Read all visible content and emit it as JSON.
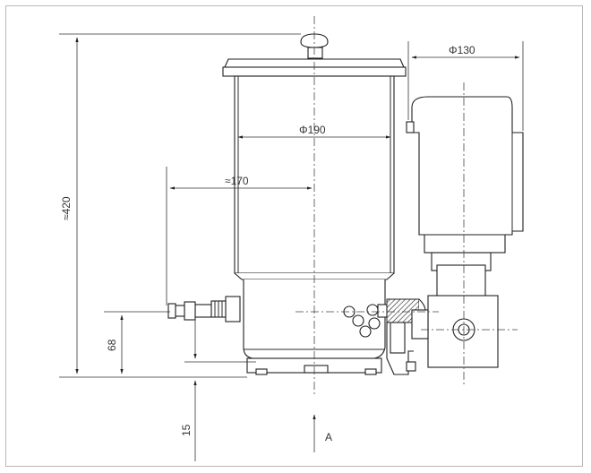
{
  "dimensions": {
    "height_total": "≈420",
    "reach": "≈170",
    "reservoir_diameter": "Φ190",
    "motor_diameter": "Φ130",
    "outlet_height": "68",
    "foot_offset": "15"
  },
  "labels": {
    "view_arrow": "A"
  }
}
